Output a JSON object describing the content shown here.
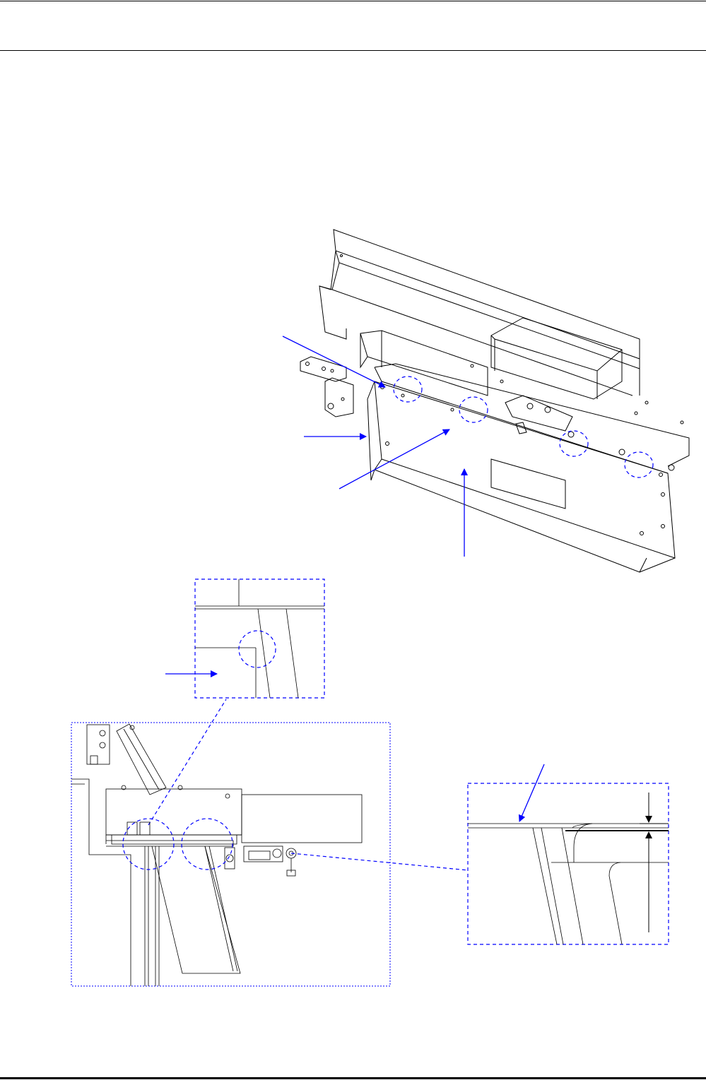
{
  "page": {
    "header": {},
    "footer": {}
  },
  "colors": {
    "line": "#000000",
    "callout": "#0000ff",
    "paper": "#ffffff"
  },
  "figure": {
    "isometric_view": {
      "callout_arrows": [
        "arrow-upper-left",
        "arrow-left",
        "arrow-lower-left",
        "arrow-bottom"
      ],
      "detail_circles": 4
    },
    "detail_top": {
      "callout_arrows": [
        "arrow-left"
      ]
    },
    "section_view": {
      "detail_circles": 2
    },
    "detail_right": {
      "callout_arrows": [
        "arrow-top"
      ],
      "dimension": "gap"
    }
  }
}
